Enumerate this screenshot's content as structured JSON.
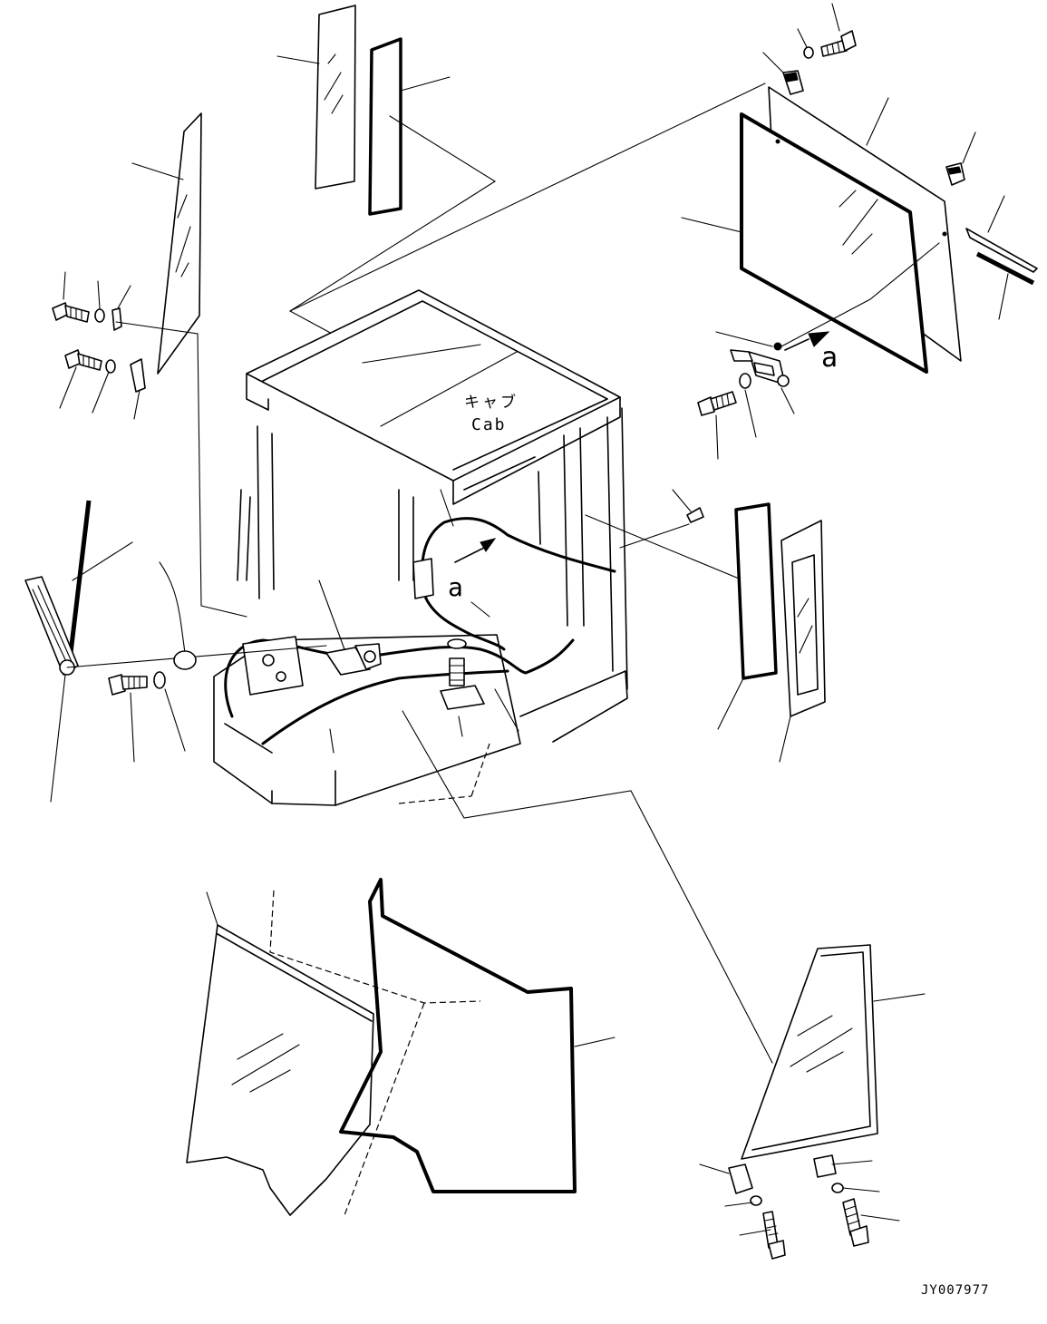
{
  "labels": {
    "cab_jp": "キャブ",
    "cab_en": "Cab",
    "view_a_top": "a",
    "view_a_center": "a",
    "drawing_number": "JY007977"
  }
}
